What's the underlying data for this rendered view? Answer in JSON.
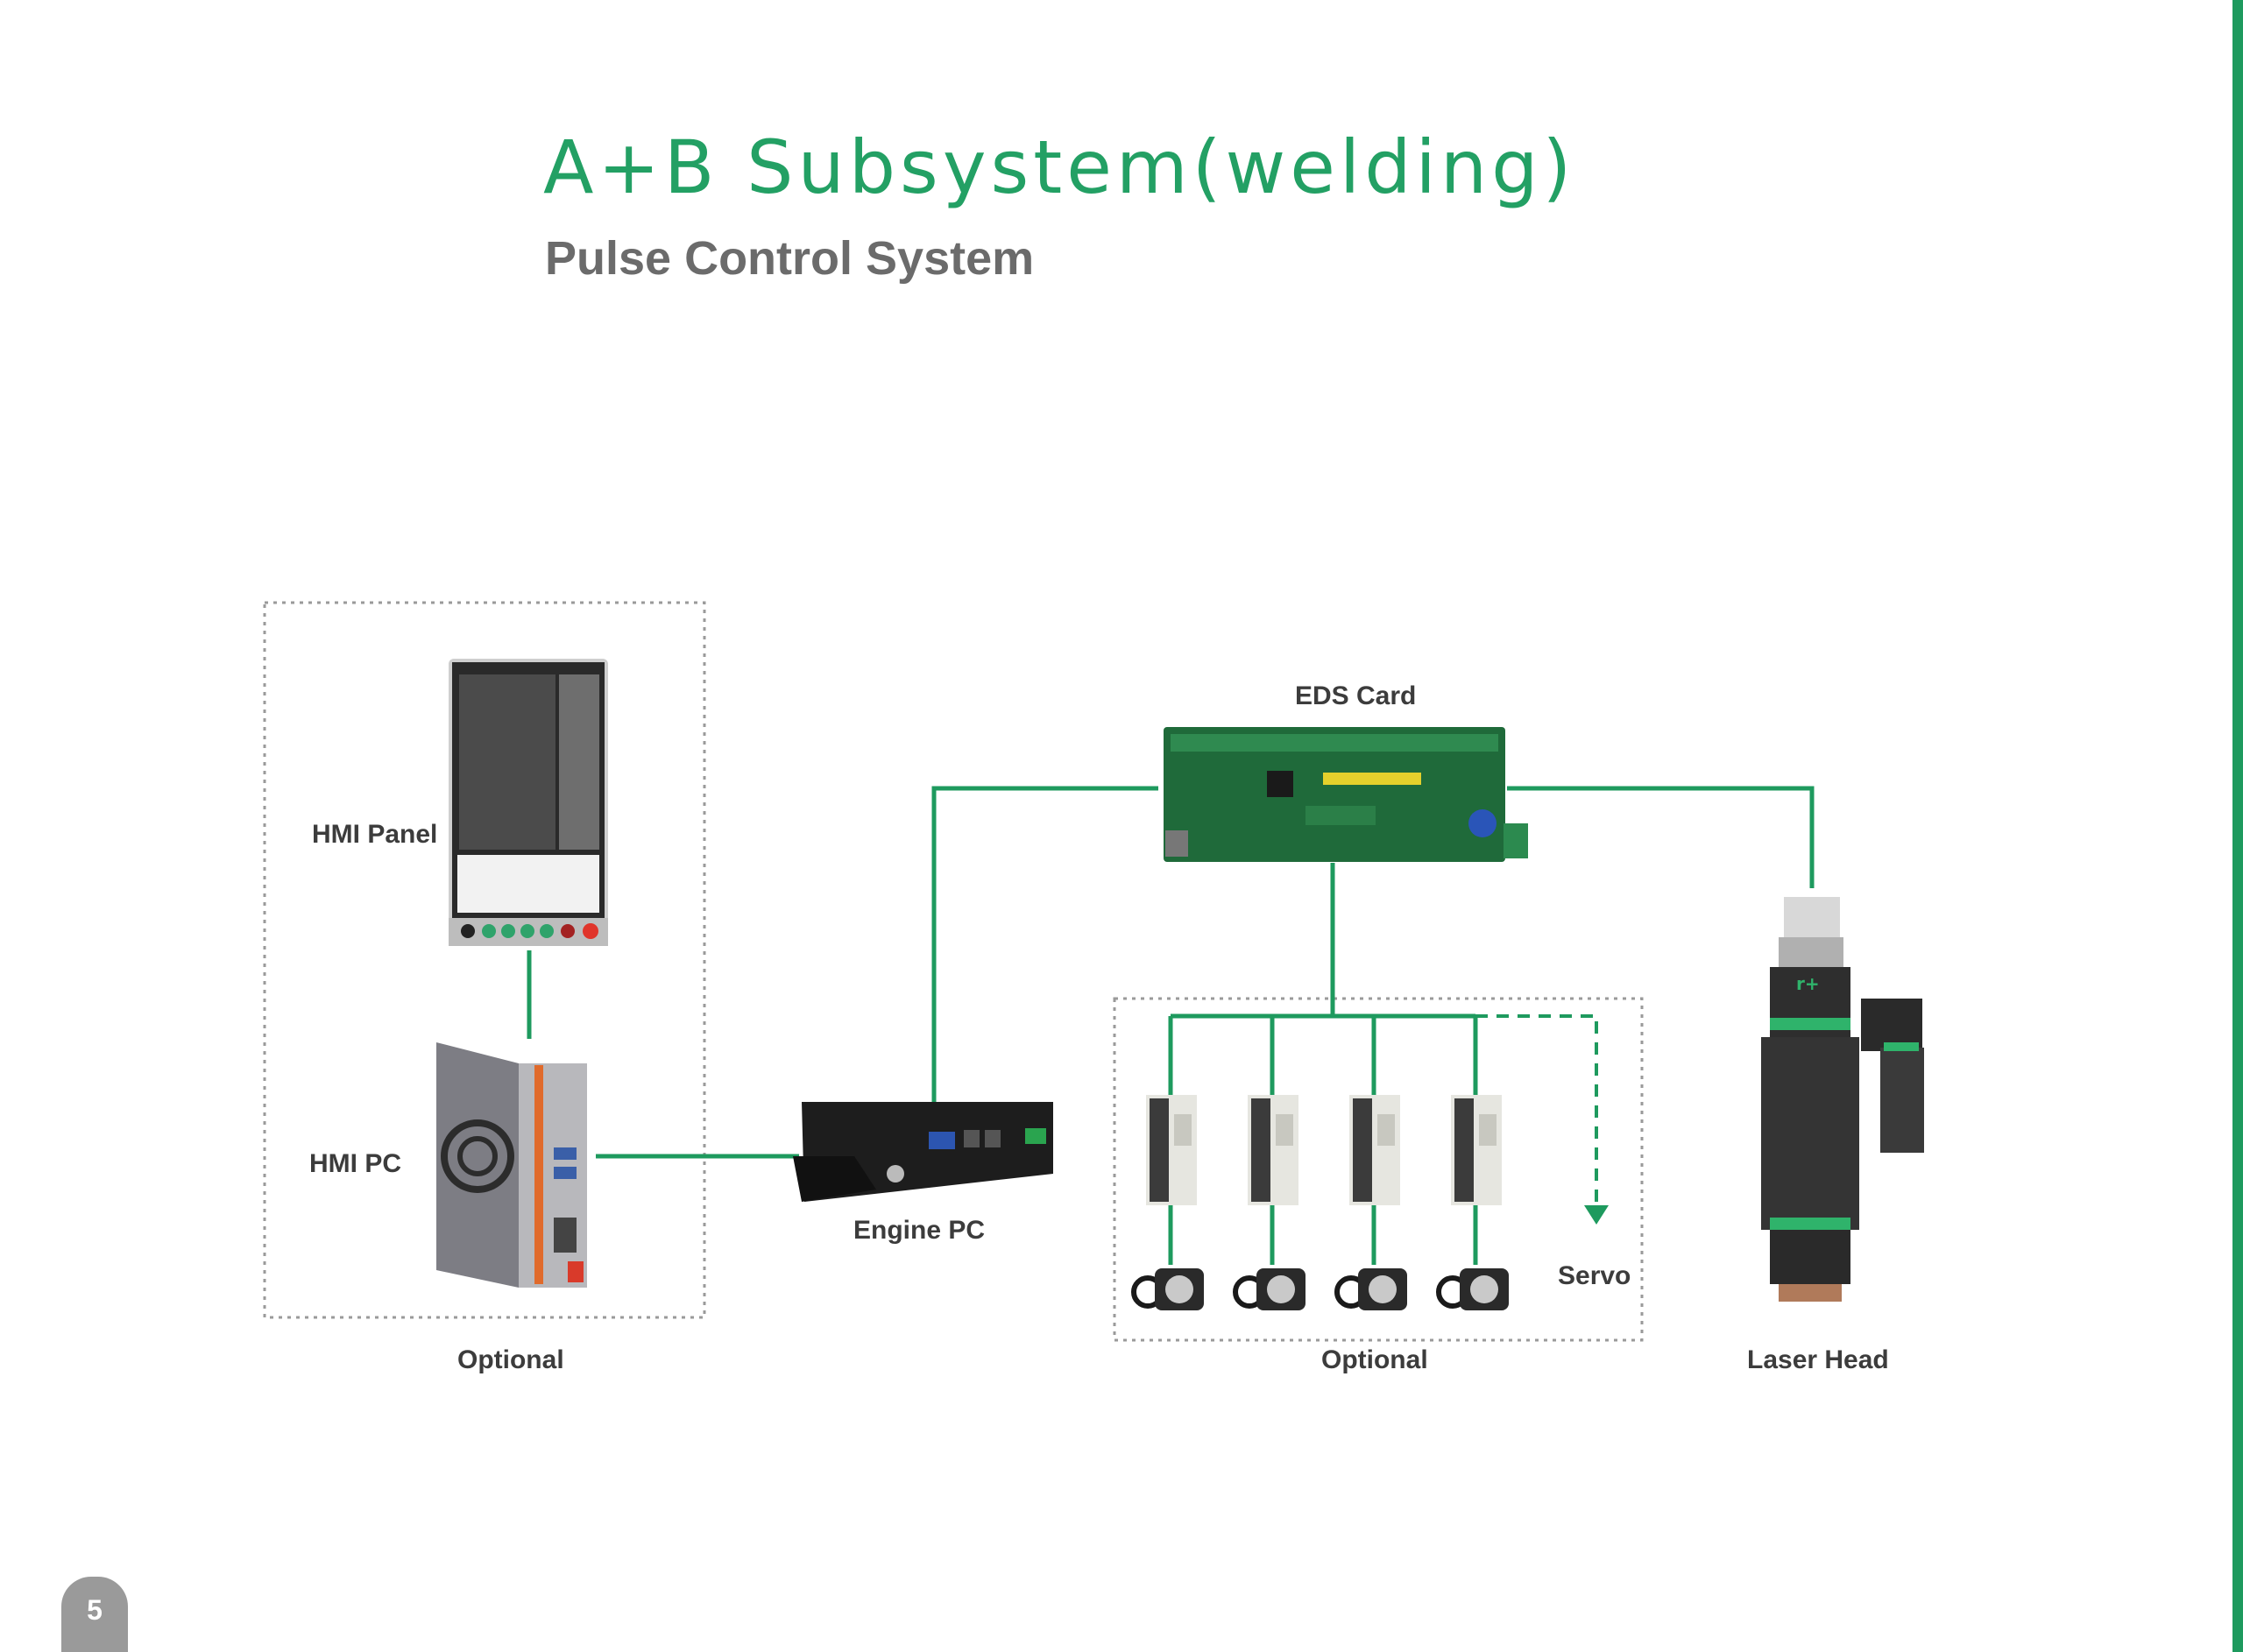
{
  "title": "A+B Subsystem(welding)",
  "subtitle": "Pulse Control System",
  "labels": {
    "hmi_panel": "HMI Panel",
    "hmi_pc": "HMI PC",
    "engine_pc": "Engine PC",
    "eds_card": "EDS Card",
    "servo": "Servo",
    "optional_left": "Optional",
    "optional_right": "Optional",
    "laser_head": "Laser Head"
  },
  "page_number": "5",
  "colors": {
    "accent": "#23a064",
    "line": "#1e9a5e",
    "text": "#3c3c3c"
  }
}
